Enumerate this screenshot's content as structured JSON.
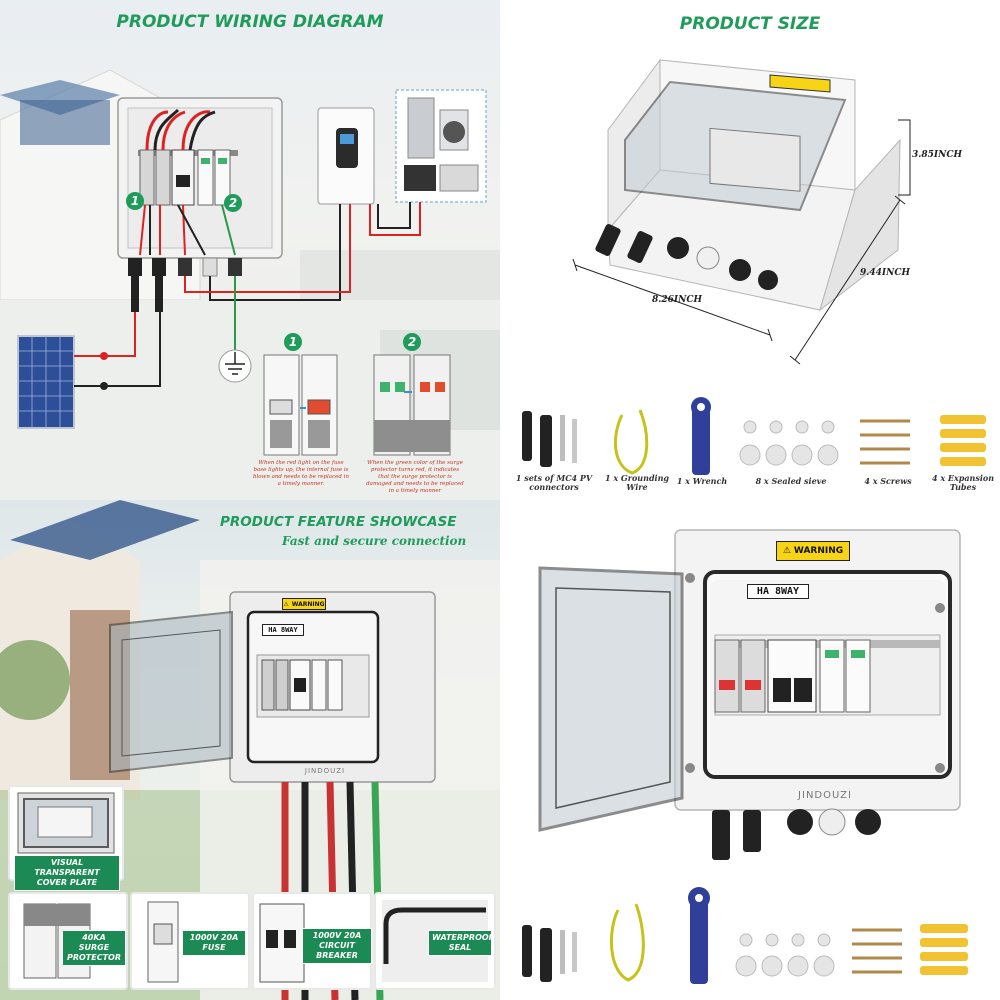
{
  "wiring": {
    "title": "PRODUCT WIRING DIAGRAM",
    "badge1": "1",
    "badge2": "2",
    "fuse_note": "When the red light on the fuse base lights up, the internal fuse is blown and needs to be replaced in a timely manner.",
    "spd_note": "When the green color of the surge protector turns red, it indicates that the surge protector is damaged and needs to be replaced in a timely manner"
  },
  "size": {
    "title": "PRODUCT SIZE",
    "height": "3.85INCH",
    "depth": "9.44INCH",
    "width": "8.26INCH"
  },
  "accessories": [
    {
      "label": "1 sets of MC4 PV connectors",
      "icon": "mc4-connector-icon"
    },
    {
      "label": "1 x Grounding Wire",
      "icon": "grounding-wire-icon"
    },
    {
      "label": "1 x Wrench",
      "icon": "wrench-icon"
    },
    {
      "label": "8 x Sealed sieve",
      "icon": "sealed-sieve-icon"
    },
    {
      "label": "4 x Screws",
      "icon": "screw-icon"
    },
    {
      "label": "4 x Expansion Tubes",
      "icon": "expansion-tube-icon"
    }
  ],
  "feature": {
    "title": "PRODUCT FEATURE SHOWCASE",
    "subtitle": "Fast and secure connection",
    "warning": "WARNING",
    "tag": "HA 8WAY",
    "brand": "JINDOUZI",
    "visual_cover": "VISUAL TRANSPARENT COVER PLATE",
    "surge": "40KA SURGE PROTECTOR",
    "fuse": "1000V 20A FUSE",
    "breaker": "1000V 20A CIRCUIT BREAKER",
    "seal": "WATERPROOF SEAL"
  },
  "product": {
    "warning": "WARNING",
    "tag": "HA 8WAY",
    "brand": "JINDOUZI"
  },
  "colors": {
    "accent": "#1f9b5a",
    "badge": "#1c8a55",
    "warning": "#f7d516",
    "note_red": "#c43322"
  }
}
